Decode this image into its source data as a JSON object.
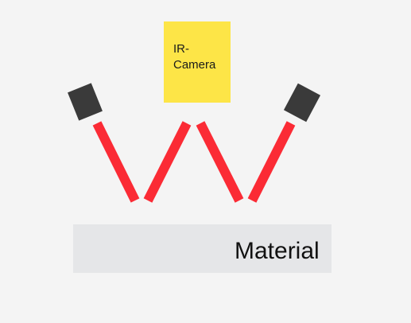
{
  "camera": {
    "label_line1": "IR-",
    "label_line2": "Camera",
    "color": "#fde547"
  },
  "material": {
    "label": "Material",
    "color": "#e5e6e8"
  },
  "light_sources": {
    "color": "#3a3a3a",
    "icon_names": [
      "light-source-left-icon",
      "light-source-right-icon"
    ]
  },
  "beams": {
    "color": "#fb2b35"
  }
}
